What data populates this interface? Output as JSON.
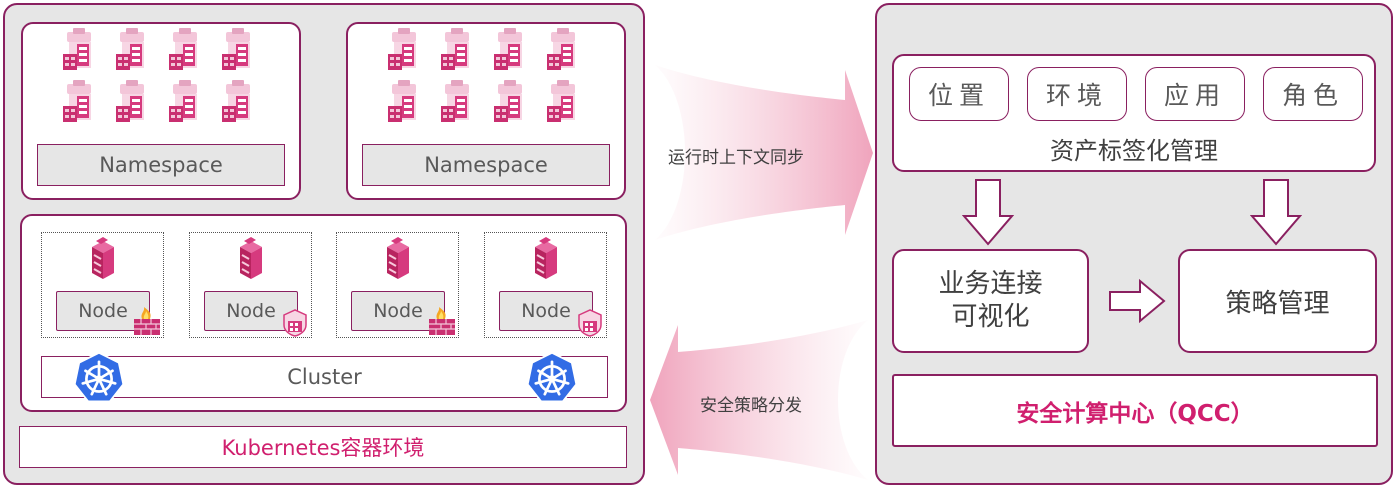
{
  "left": {
    "namespaces": [
      {
        "label": "Namespace"
      },
      {
        "label": "Namespace"
      }
    ],
    "nodes": [
      {
        "label": "Node",
        "badge": "firewall"
      },
      {
        "label": "Node",
        "badge": "shield"
      },
      {
        "label": "Node",
        "badge": "firewall"
      },
      {
        "label": "Node",
        "badge": "shield"
      }
    ],
    "cluster_label": "Cluster",
    "environment_label": "Kubernetes容器环境"
  },
  "flows": {
    "sync_label": "运行时上下文同步",
    "dispatch_label": "安全策略分发"
  },
  "right": {
    "tags": [
      "位置",
      "环境",
      "应用",
      "角色"
    ],
    "tag_management": "资产标签化管理",
    "visualization_line1": "业务连接",
    "visualization_line2": "可视化",
    "policy_management": "策略管理",
    "qcc_label": "安全计算中心（QCC）"
  },
  "colors": {
    "accent": "#8a2060",
    "pink": "#d63a7e",
    "panel_gray": "#e6e6e6",
    "kube_blue": "#326ce5"
  },
  "icons": {
    "pod": "pod-icon",
    "node_server": "server-icon",
    "kubernetes": "kubernetes-icon",
    "firewall": "firewall-icon",
    "shield": "shield-icon"
  }
}
